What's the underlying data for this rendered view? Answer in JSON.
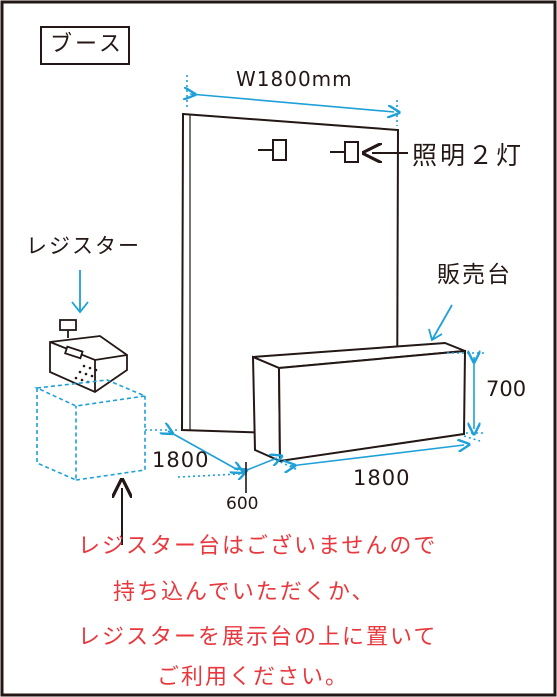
{
  "title": "ブース",
  "panel": {
    "width_label": "W1800mm"
  },
  "lighting": {
    "label": "照明２灯"
  },
  "register": {
    "label": "レジスター"
  },
  "counter": {
    "label": "販売台",
    "height_label": "700",
    "length_label": "1800"
  },
  "floor": {
    "depth_label": "1800",
    "gap_label": "600"
  },
  "notice": {
    "color": "#e8383d",
    "lines": [
      "レジスター台はございませんので",
      "持ち込んでいただくか、",
      "レジスターを展示台の上に置いて",
      "ご利用ください。"
    ]
  },
  "colors": {
    "ink": "#231815",
    "dimension": "#1ea0d8",
    "notice": "#e8383d"
  }
}
